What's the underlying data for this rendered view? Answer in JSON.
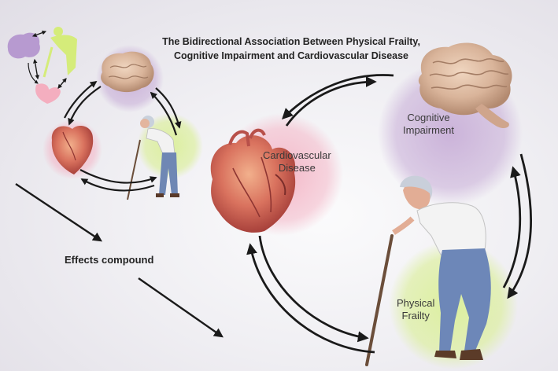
{
  "title": {
    "line1": "The Bidirectional Association Between Physical Frailty,",
    "line2": "Cognitive Impairment and Cardiovascular Disease"
  },
  "labels": {
    "cvd_line1": "Cardiovascular",
    "cvd_line2": "Disease",
    "cog_line1": "Cognitive",
    "cog_line2": "Impairment",
    "pf_line1": "Physical",
    "pf_line2": "Frailty"
  },
  "effects_label": "Effects compound",
  "colors": {
    "cardio_circle": "#f4b5c6",
    "cognitive_circle": "#c9b0d8",
    "frailty_circle": "#dbef9a",
    "arrow": "#1a1a1a",
    "heart": "#d9725e",
    "brain": "#d9b49a"
  },
  "icons": [
    "brain-icon",
    "heart-icon",
    "elderly-person-icon",
    "walking-cane-icon"
  ]
}
